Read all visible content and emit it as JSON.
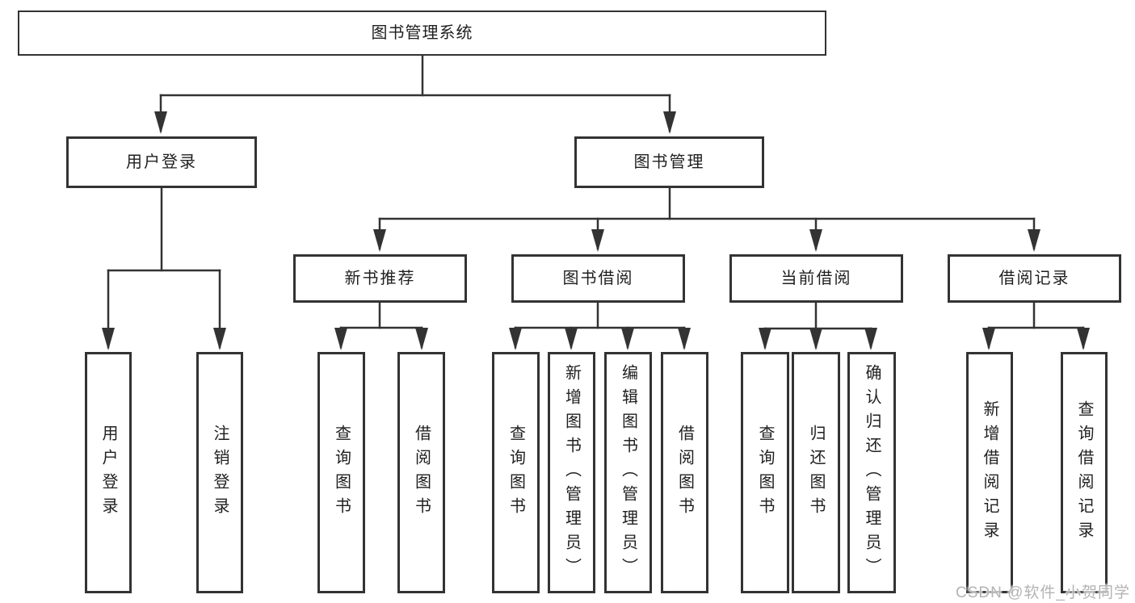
{
  "tree": {
    "root": {
      "label": "图书管理系统"
    },
    "branches": [
      {
        "label": "用户登录",
        "children": [
          {
            "label": "用户登录"
          },
          {
            "label": "注销登录"
          }
        ]
      },
      {
        "label": "图书管理",
        "children": [
          {
            "label": "新书推荐",
            "children": [
              {
                "label": "查询图书"
              },
              {
                "label": "借阅图书"
              }
            ]
          },
          {
            "label": "图书借阅",
            "children": [
              {
                "label": "查询图书"
              },
              {
                "label": "新增图书（管理员）"
              },
              {
                "label": "编辑图书（管理员）"
              },
              {
                "label": "借阅图书"
              }
            ]
          },
          {
            "label": "当前借阅",
            "children": [
              {
                "label": "查询图书"
              },
              {
                "label": "归还图书"
              },
              {
                "label": "确认归还（管理员）"
              }
            ]
          },
          {
            "label": "借阅记录",
            "children": [
              {
                "label": "新增借阅记录"
              },
              {
                "label": "查询借阅记录"
              }
            ]
          }
        ]
      }
    ]
  },
  "watermark": "CSDN @软件_小贺同学",
  "colors": {
    "line": "#333333",
    "box_border": "#333333",
    "text": "#1f1f1f",
    "watermark": "#b3b3b3",
    "background": "#ffffff"
  }
}
